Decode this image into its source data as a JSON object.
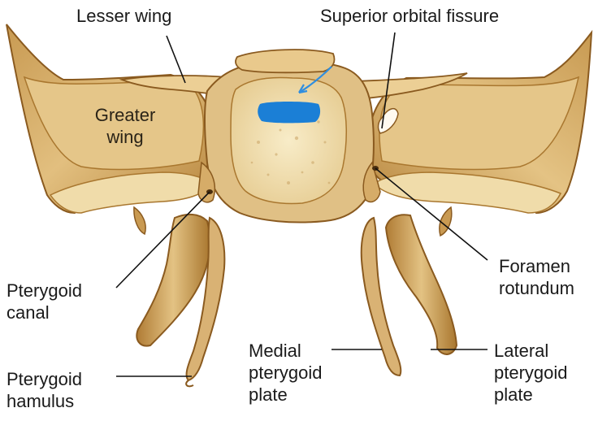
{
  "labels": {
    "lesser_wing": "Lesser wing",
    "superior_orbital_fissure": "Superior orbital fissure",
    "greater_wing": [
      "Greater",
      "wing"
    ],
    "pterygoid_canal": [
      "Pterygoid",
      "canal"
    ],
    "foramen_rotundum": [
      "Foramen",
      "rotundum"
    ],
    "pterygoid_hamulus": [
      "Pterygoid",
      "hamulus"
    ],
    "medial_pterygoid_plate": [
      "Medial",
      "pterygoid",
      "plate"
    ],
    "lateral_pterygoid_plate": [
      "Lateral",
      "pterygoid",
      "plate"
    ]
  },
  "colors": {
    "bone_light": "#f3dfae",
    "bone_mid": "#dcb676",
    "bone_dark": "#a9772f",
    "bone_shadow": "#8a5a1f",
    "body_porous": "#f6e6be",
    "marker_blue": "#1b7fd6",
    "leader_line": "#111111"
  },
  "annotations": {
    "blue_marker": "blue highlighter scribble with arrow pointing into sella turcica"
  }
}
